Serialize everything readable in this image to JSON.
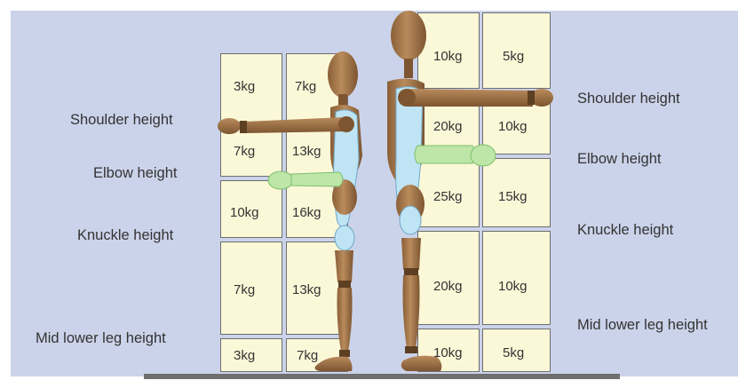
{
  "left_panel": {
    "height_labels": {
      "shoulder": "Shoulder height",
      "elbow": "Elbow height",
      "knuckle": "Knuckle height",
      "mid_lower_leg": "Mid lower leg height"
    },
    "weights": {
      "shoulder_above": [
        "3kg",
        "7kg"
      ],
      "shoulder_to_elbow": [
        "7kg",
        "13kg"
      ],
      "elbow_to_knuckle": [
        "10kg",
        "16kg"
      ],
      "knuckle_to_leg": [
        "7kg",
        "13kg"
      ],
      "below_leg": [
        "3kg",
        "7kg"
      ]
    }
  },
  "right_panel": {
    "height_labels": {
      "shoulder": "Shoulder height",
      "elbow": "Elbow height",
      "knuckle": "Knuckle height",
      "mid_lower_leg": "Mid lower leg height"
    },
    "weights": {
      "shoulder_above": [
        "10kg",
        "5kg"
      ],
      "shoulder_to_elbow": [
        "20kg",
        "10kg"
      ],
      "elbow_to_knuckle": [
        "25kg",
        "15kg"
      ],
      "knuckle_to_leg": [
        "20kg",
        "10kg"
      ],
      "below_leg": [
        "10kg",
        "5kg"
      ]
    }
  },
  "colors": {
    "background": "#cbd3ea",
    "box_fill": "#fbf8d8",
    "box_border": "#6e6e6e",
    "mannequin": "#a6794c",
    "highlight_blue": "#bfe4f4",
    "highlight_green": "#bde6a8",
    "floor": "#6f6f6f"
  }
}
